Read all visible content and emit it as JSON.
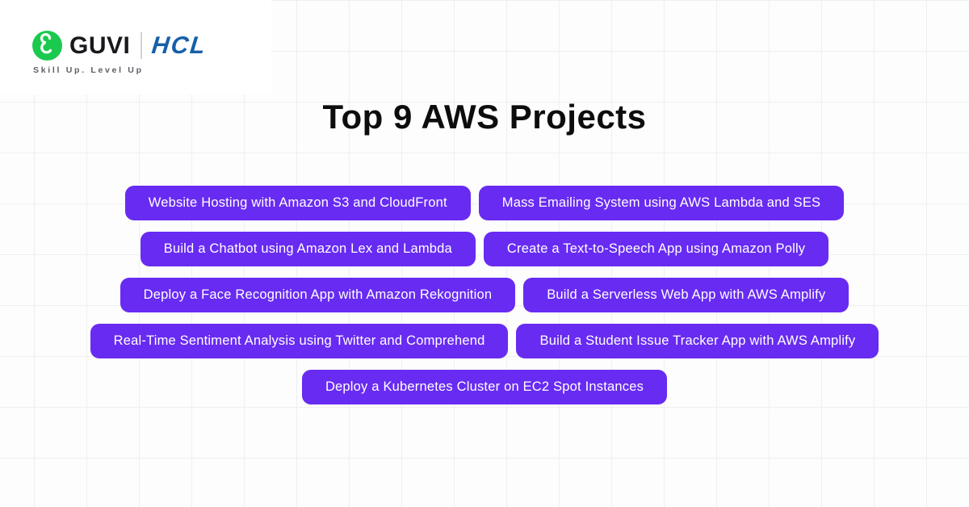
{
  "brand": {
    "guvi_label": "GUVI",
    "hcl_label": "HCL",
    "tagline": "Skill Up. Level Up",
    "colors": {
      "guvi_green": "#1bc94f",
      "hcl_blue": "#1660a8"
    }
  },
  "title": "Top 9 AWS Projects",
  "projects": {
    "accent_color": "#682bf2",
    "text_color": "#ffffff",
    "items": [
      {
        "label": "Website Hosting with Amazon S3 and CloudFront"
      },
      {
        "label": "Mass Emailing System using AWS Lambda and SES"
      },
      {
        "label": "Build a Chatbot using Amazon Lex and Lambda"
      },
      {
        "label": "Create a Text-to-Speech App using Amazon Polly"
      },
      {
        "label": "Deploy a Face Recognition App with Amazon Rekognition"
      },
      {
        "label": "Build a Serverless Web App with AWS Amplify"
      },
      {
        "label": "Real-Time Sentiment Analysis using Twitter and Comprehend"
      },
      {
        "label": "Build a Student Issue Tracker App with AWS Amplify"
      },
      {
        "label": "Deploy a Kubernetes Cluster on EC2 Spot Instances"
      }
    ]
  }
}
